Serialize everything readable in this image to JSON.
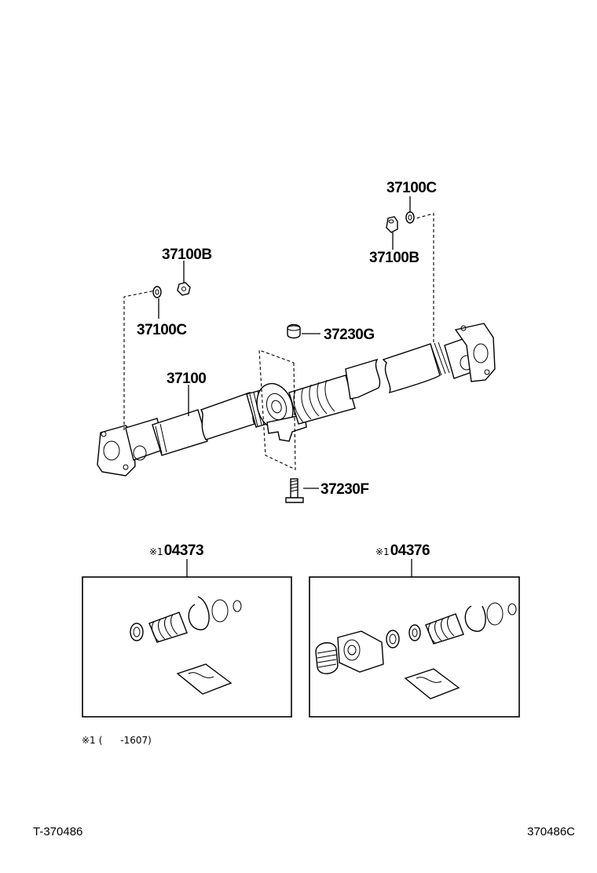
{
  "callouts": {
    "c37100c_top": "37100C",
    "c37100b_right": "37100B",
    "c37100b_left": "37100B",
    "c37100c_left": "37100C",
    "c37230g": "37230G",
    "c37100": "37100",
    "c37230f": "37230F"
  },
  "kits": [
    {
      "marker": "※1",
      "part_no": "04373"
    },
    {
      "marker": "※1",
      "part_no": "04376"
    }
  ],
  "footnote": {
    "marker": "※1",
    "text": "(      -1607)"
  },
  "footer": {
    "left_code": "T-370486",
    "right_code": "370486C"
  }
}
